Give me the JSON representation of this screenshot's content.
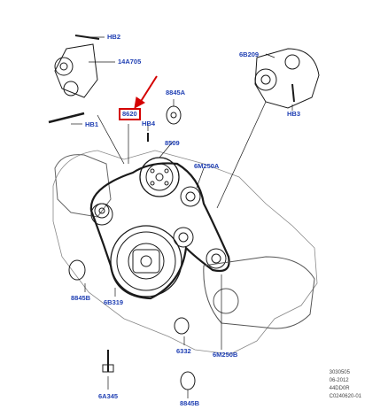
{
  "labels": {
    "hb2": "HB2",
    "p14a705": "14A705",
    "hb1": "HB1",
    "p8620": "8620",
    "hb4": "HB4",
    "p8845a": "8845A",
    "p8509": "8509",
    "p6m250a": "6M250A",
    "p6b209": "6B209",
    "hb3": "HB3",
    "p8845b_top": "8845B",
    "p6b319": "6B319",
    "p6332": "6332",
    "p6m250b": "6M250B",
    "p6a345": "6A345",
    "p8845b_bottom": "8845B"
  },
  "footer": {
    "line1": "3030505",
    "line2": "06-2012",
    "line3": "44DD0R",
    "line4": "C0240620-01"
  },
  "colors": {
    "label": "#1f3fb3",
    "highlight": "#d40000",
    "line": "#1a1a1a"
  }
}
